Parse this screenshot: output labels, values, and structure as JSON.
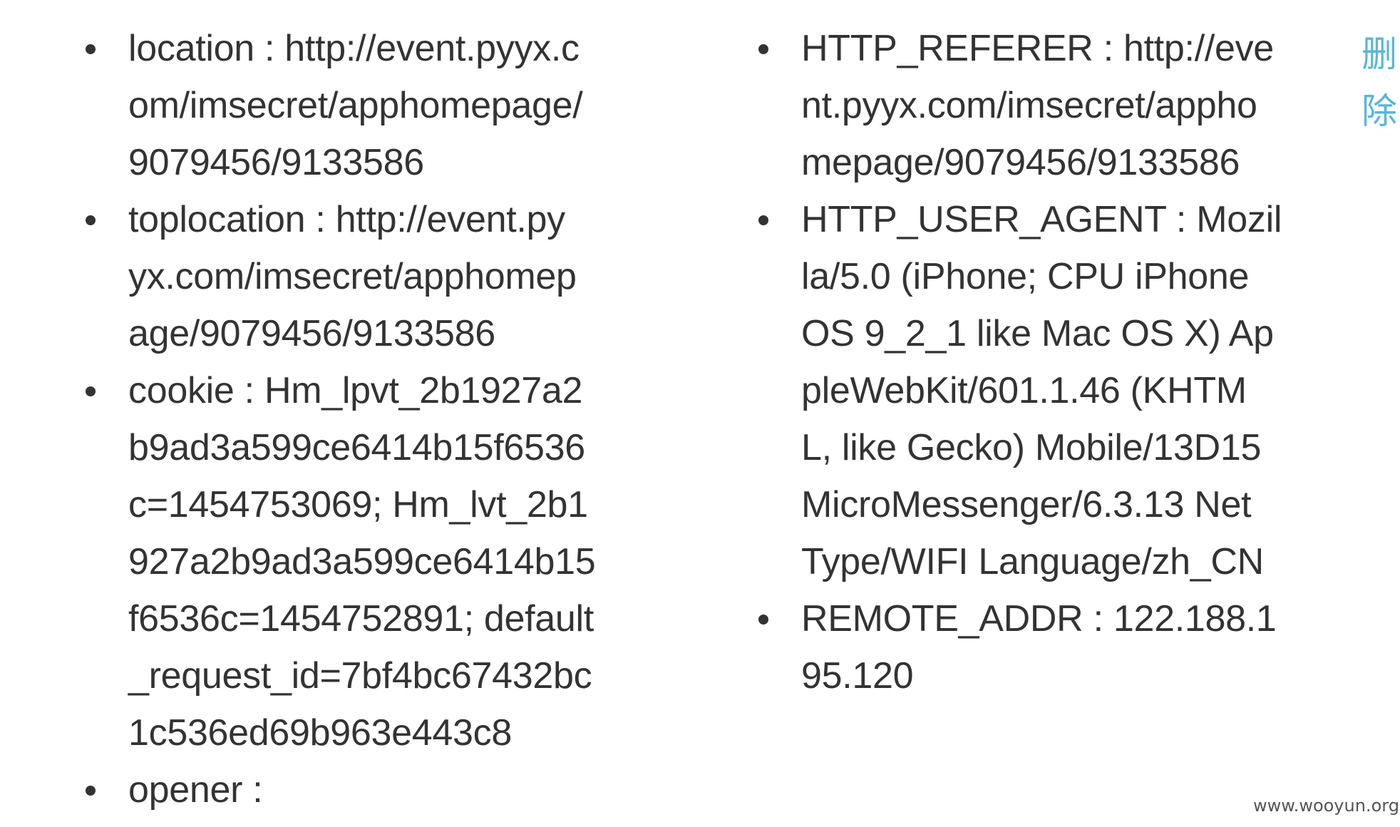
{
  "separator": " : ",
  "left_column": [
    {
      "key": "location",
      "lines": [
        "http://event.pyyx.c",
        "om/imsecret/apphomepage/",
        "9079456/9133586"
      ]
    },
    {
      "key": "toplocation",
      "lines": [
        "http://event.py",
        "yx.com/imsecret/apphomep",
        "age/9079456/9133586"
      ]
    },
    {
      "key": "cookie",
      "lines": [
        "Hm_lpvt_2b1927a2",
        "b9ad3a599ce6414b15f6536",
        "c=1454753069; Hm_lvt_2b1",
        "927a2b9ad3a599ce6414b15",
        "f6536c=1454752891; default",
        "_request_id=7bf4bc67432bc",
        "1c536ed69b963e443c8"
      ]
    },
    {
      "key": "opener",
      "lines": [
        ""
      ]
    }
  ],
  "right_column": [
    {
      "key": "HTTP_REFERER",
      "lines": [
        "http://eve",
        "nt.pyyx.com/imsecret/appho",
        "mepage/9079456/9133586"
      ]
    },
    {
      "key": "HTTP_USER_AGENT",
      "lines": [
        "Mozil",
        "la/5.0 (iPhone; CPU iPhone",
        "OS 9_2_1 like Mac OS X) Ap",
        "pleWebKit/601.1.46 (KHTM",
        "L, like Gecko) Mobile/13D15",
        "MicroMessenger/6.3.13 Net",
        "Type/WIFI Language/zh_CN"
      ]
    },
    {
      "key": "REMOTE_ADDR",
      "lines": [
        "122.188.1",
        "95.120"
      ]
    }
  ],
  "delete_link": {
    "char1": "删",
    "char2": "除"
  },
  "watermark": "www.wooyun.org",
  "colors": {
    "text": "#333333",
    "link": "#59b6d9",
    "background": "#ffffff"
  }
}
